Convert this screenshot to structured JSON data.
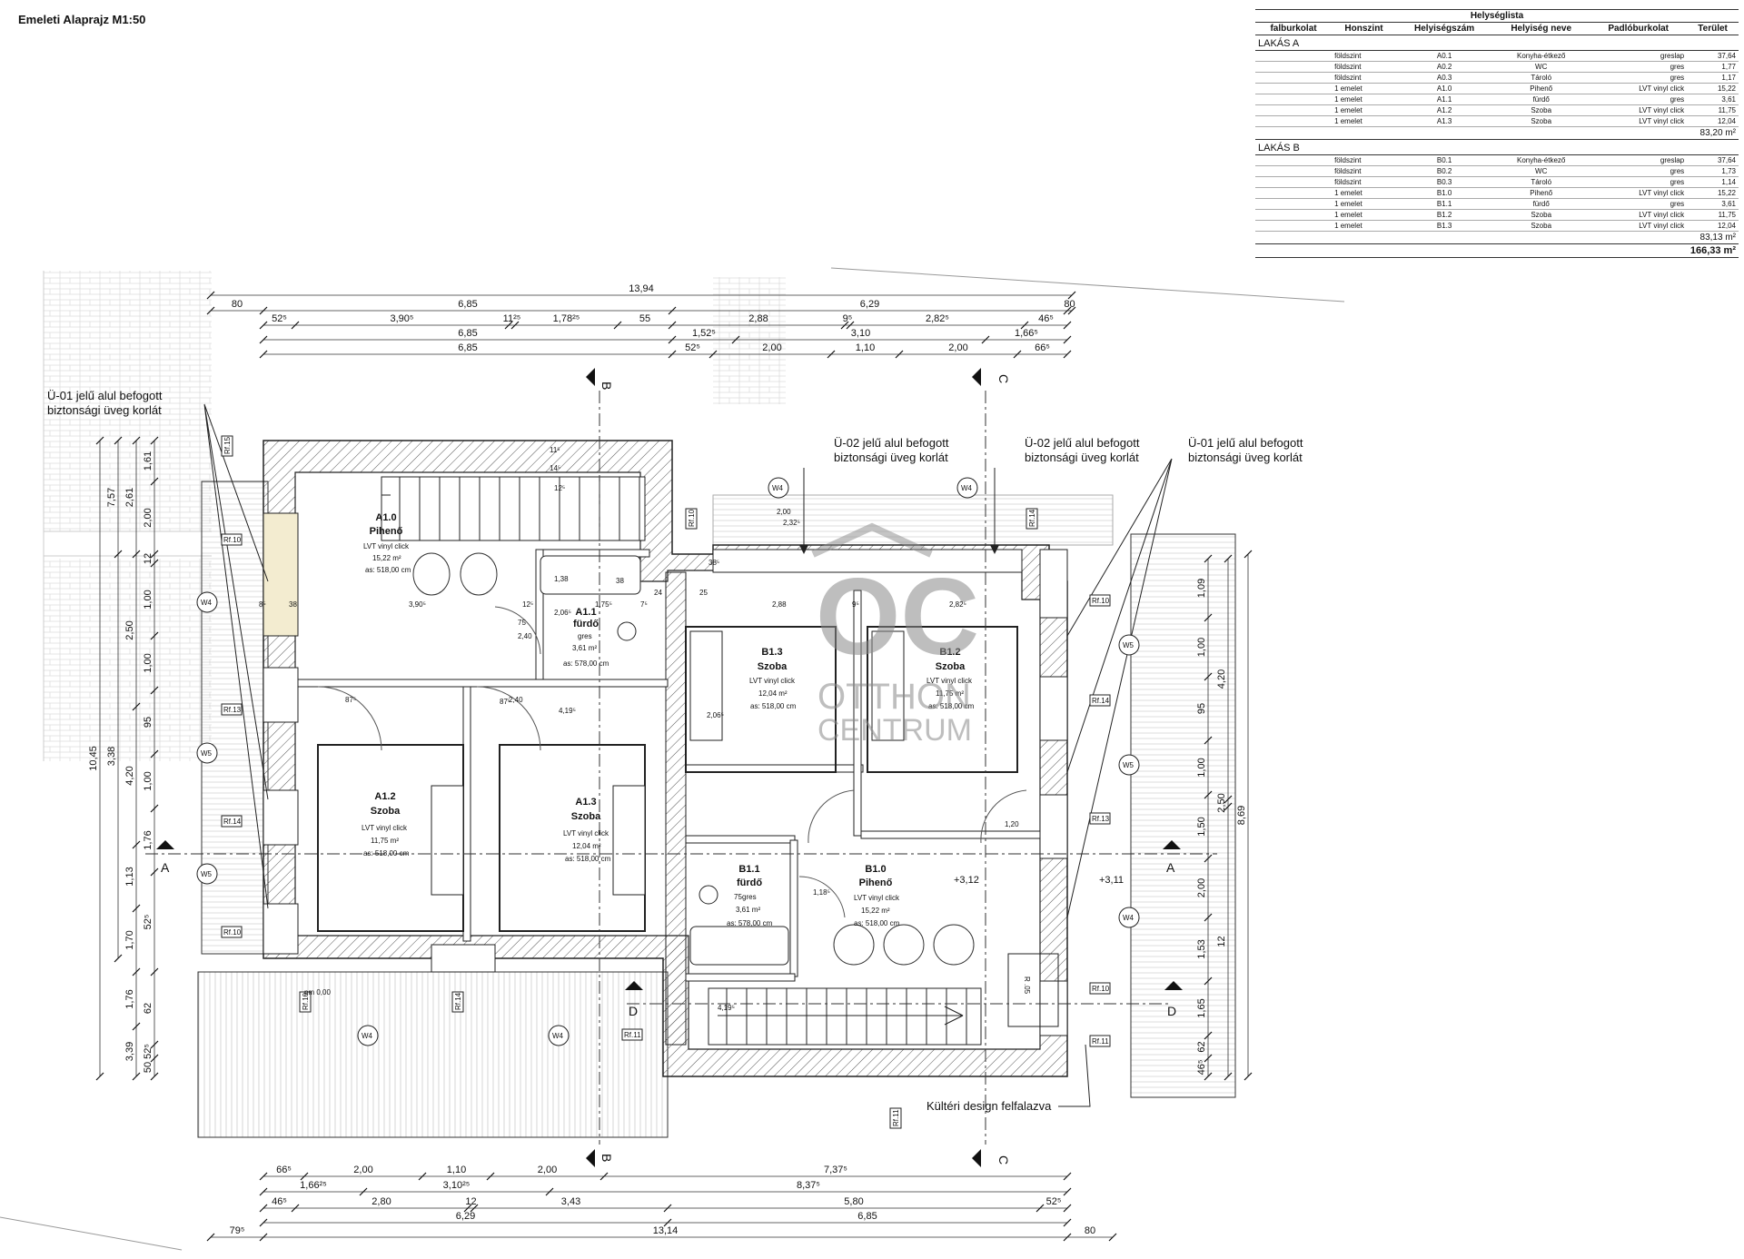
{
  "title": "Emeleti Alaprajz M1:50",
  "schedule": {
    "title": "Helységlista",
    "headers": [
      "falburkolat",
      "Honszint",
      "Helyiségszám",
      "Helyiség neve",
      "Padlóburkolat",
      "Terület"
    ],
    "groups": [
      {
        "name": "LAKÁS A",
        "rows": [
          [
            "",
            "földszint",
            "A0.1",
            "Konyha-étkező",
            "greslap",
            "37,64"
          ],
          [
            "",
            "földszint",
            "A0.2",
            "WC",
            "gres",
            "1,77"
          ],
          [
            "",
            "földszint",
            "A0.3",
            "Tároló",
            "gres",
            "1,17"
          ],
          [
            "",
            "1 emelet",
            "A1.0",
            "Pihenő",
            "LVT vinyl click",
            "15,22"
          ],
          [
            "",
            "1 emelet",
            "A1.1",
            "fürdő",
            "gres",
            "3,61"
          ],
          [
            "",
            "1 emelet",
            "A1.2",
            "Szoba",
            "LVT vinyl click",
            "11,75"
          ],
          [
            "",
            "1 emelet",
            "A1.3",
            "Szoba",
            "LVT vinyl click",
            "12,04"
          ]
        ],
        "subtotal": "83,20 m²"
      },
      {
        "name": "LAKÁS B",
        "rows": [
          [
            "",
            "földszint",
            "B0.1",
            "Konyha-étkező",
            "greslap",
            "37,64"
          ],
          [
            "",
            "földszint",
            "B0.2",
            "WC",
            "gres",
            "1,73"
          ],
          [
            "",
            "földszint",
            "B0.3",
            "Tároló",
            "gres",
            "1,14"
          ],
          [
            "",
            "1 emelet",
            "B1.0",
            "Pihenő",
            "LVT vinyl click",
            "15,22"
          ],
          [
            "",
            "1 emelet",
            "B1.1",
            "fürdő",
            "gres",
            "3,61"
          ],
          [
            "",
            "1 emelet",
            "B1.2",
            "Szoba",
            "LVT vinyl click",
            "11,75"
          ],
          [
            "",
            "1 emelet",
            "B1.3",
            "Szoba",
            "LVT vinyl click",
            "12,04"
          ]
        ],
        "subtotal": "83,13 m²"
      }
    ],
    "total": "166,33 m²"
  },
  "rooms": {
    "a10": {
      "num": "A1.0",
      "name": "Pihenő",
      "floor": "LVT vinyl click",
      "area": "15,22 m²",
      "height": "as: 518,00 cm"
    },
    "a11": {
      "num": "A1.1",
      "name": "fürdő",
      "floor": "gres",
      "area": "3,61 m²",
      "height": "as: 578,00 cm"
    },
    "a12": {
      "num": "A1.2",
      "name": "Szoba",
      "floor": "LVT vinyl click",
      "area": "11,75 m²",
      "height": "as: 518,00 cm"
    },
    "a13": {
      "num": "A1.3",
      "name": "Szoba",
      "floor": "LVT vinyl click",
      "area": "12,04 m²",
      "height": "as: 518,00 cm"
    },
    "b10": {
      "num": "B1.0",
      "name": "Pihenő",
      "floor": "LVT vinyl click",
      "area": "15,22 m²",
      "height": "as: 518,00 cm"
    },
    "b11": {
      "num": "B1.1",
      "name": "fürdő",
      "floor": "gres",
      "area": "3,61 m²",
      "height": "as: 578,00 cm"
    },
    "b12": {
      "num": "B1.2",
      "name": "Szoba",
      "floor": "LVT vinyl click",
      "area": "11,75 m²",
      "height": "as: 518,00 cm"
    },
    "b13": {
      "num": "B1.3",
      "name": "Szoba",
      "floor": "LVT vinyl click",
      "area": "12,04 m²",
      "height": "as: 518,00 cm"
    }
  },
  "notes": {
    "u01_left": [
      "Ü-01 jelű alul befogott",
      "biztonsági üveg korlát"
    ],
    "u02_a": [
      "Ü-02 jelű alul befogott",
      "biztonsági üveg korlát"
    ],
    "u02_b": [
      "Ü-02 jelű alul befogott",
      "biztonsági üveg korlát"
    ],
    "u01_right": [
      "Ü-01 jelű alul befogott",
      "biztonsági üveg korlát"
    ],
    "kulteri": "Kültéri design felfalazva"
  },
  "sections": {
    "a": "A",
    "b": "B",
    "c": "C",
    "d": "D"
  },
  "levels": {
    "b_side": "+3,12",
    "right": "+3,11"
  },
  "dims": {
    "top": {
      "overall": "13,94",
      "row1": [
        "80",
        "6,85",
        "6,29",
        "80"
      ],
      "row2": [
        "52⁵",
        "3,90⁵",
        "11²⁵",
        "1,78²⁵",
        "55",
        "2,88",
        "9⁵",
        "2,82⁵",
        "46⁵"
      ],
      "row3": [
        "6,85",
        "1,52⁵",
        "3,10",
        "1,66⁵"
      ],
      "row4": [
        "6,85",
        "52⁵",
        "2,00",
        "1,10",
        "2,00",
        "66⁵"
      ]
    },
    "bottom": {
      "row1": [
        "66⁵",
        "2,00",
        "1,10",
        "2,00",
        "7,37⁵"
      ],
      "row2": [
        "1,66²⁵",
        "3,10²⁵",
        "8,37⁵"
      ],
      "row3": [
        "46⁵",
        "2,80",
        "12",
        "3,43",
        "5,80",
        "52⁵"
      ],
      "row4": [
        "6,29",
        "6,85"
      ],
      "row5": [
        "79⁵",
        "13,14",
        "80"
      ]
    },
    "left": {
      "col_outer": [
        "10,45"
      ],
      "col2": [
        "7,57",
        "3,38"
      ],
      "col3": [
        "2,61",
        "2,50",
        "4,20",
        "1,13",
        "1,70",
        "1,76",
        "3,39"
      ],
      "col4": [
        "1,61",
        "2,00",
        "12",
        "1,00",
        "1,00",
        "95",
        "1,00",
        "1,76",
        "52⁵",
        "62",
        "52⁵",
        "50"
      ]
    },
    "right": {
      "col1": [
        "1,09",
        "1,00",
        "95",
        "1,00",
        "1,50",
        "2,00",
        "1,53",
        "1,65",
        "62",
        "46⁵"
      ],
      "col2": [
        "4,20",
        "2,50",
        "12",
        "3,38"
      ],
      "col3": [
        "8,69"
      ]
    },
    "interior": [
      "3,90⁵",
      "12⁵",
      "1,75⁵",
      "7⁵",
      "2,88",
      "9⁵",
      "2,82⁵",
      "38",
      "8⁵",
      "24",
      "25",
      "38",
      "38⁵",
      "2,06⁵",
      "75",
      "2,40",
      "2,40",
      "87⁵",
      "87⁵",
      "1,20",
      "4,19⁵",
      "4,19⁵",
      "2,06⁵",
      "75",
      "1,18⁵",
      "12⁵",
      "1,38",
      "14⁵",
      "11⁵",
      "2,00",
      "2,32⁵",
      "pm 0,00"
    ]
  },
  "tags": {
    "rf10": "Rf.10",
    "rf11": "Rf.11",
    "rf13": "Rf.13",
    "rf14": "Rf.14",
    "rf15": "Rf.15",
    "r05": "R .05",
    "w4": "W4",
    "w5": "W5"
  },
  "watermark": {
    "mono": "OC",
    "line1": "OTTHON",
    "line2": "CENTRUM"
  }
}
